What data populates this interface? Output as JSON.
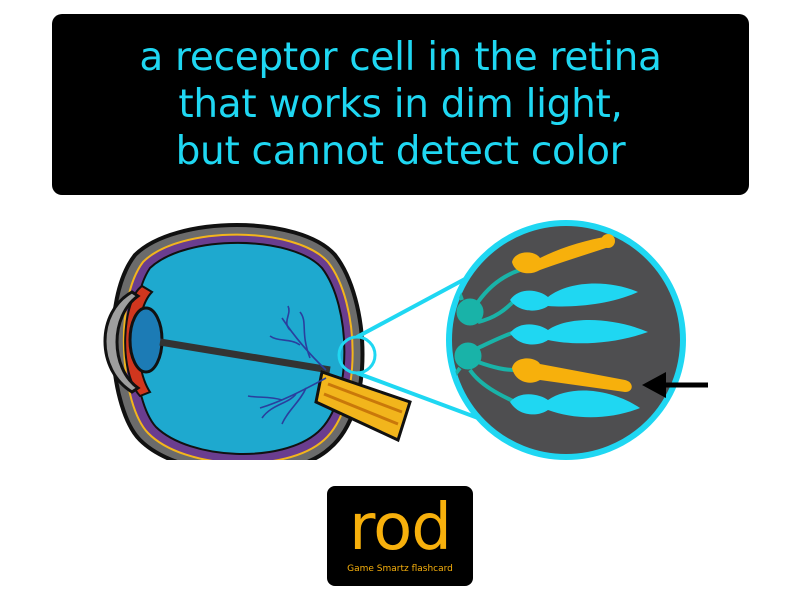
{
  "definition": {
    "lines": [
      "a receptor cell in the retina",
      "that works in dim light,",
      "but cannot detect color"
    ]
  },
  "term": "rod",
  "credit": "Game Smartz flashcard",
  "colors": {
    "definition_text": "#1fd7f2",
    "term_text": "#f7b00c",
    "eye_body": "#1ea9cf",
    "rod_cells": "#f7b00c",
    "cone_cells": "#1fd7f2"
  }
}
